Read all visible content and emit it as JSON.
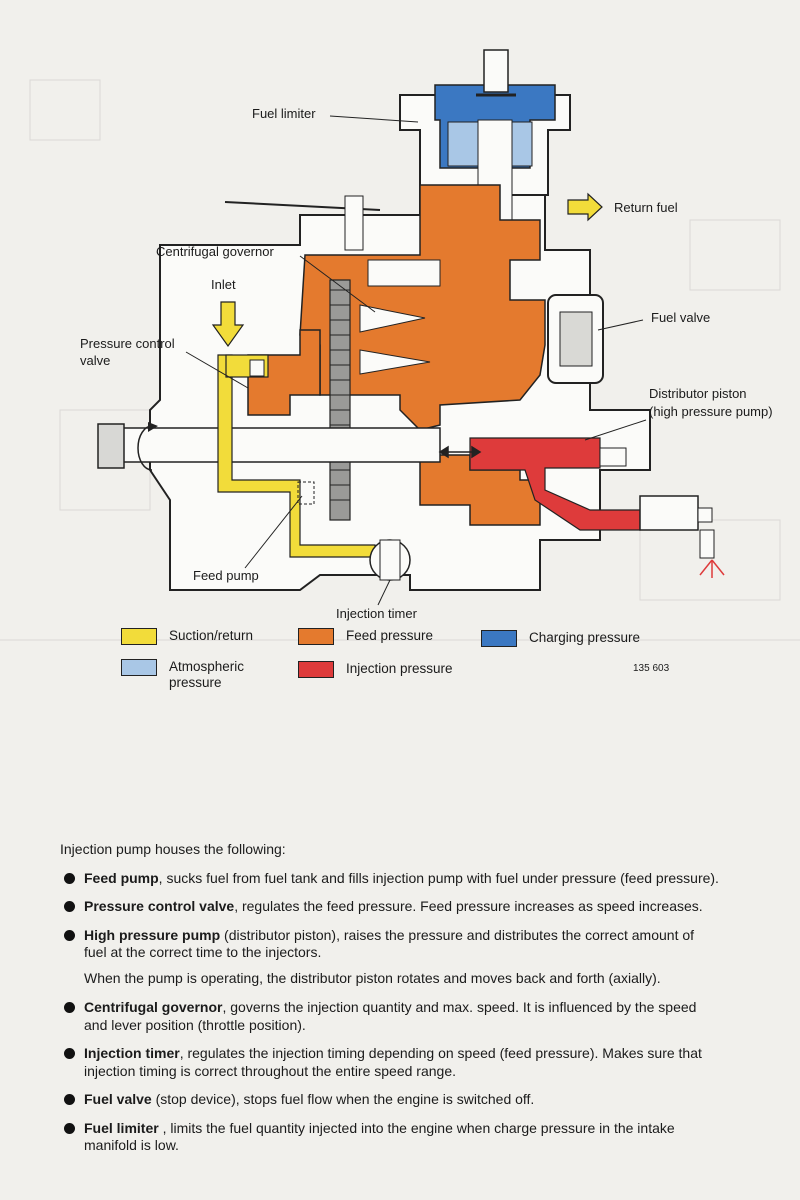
{
  "labels": {
    "fuel_limiter": "Fuel limiter",
    "return_fuel": "Return fuel",
    "centrifugal_governor": "Centrifugal governor",
    "inlet": "Inlet",
    "fuel_valve": "Fuel valve",
    "pressure_control_valve_1": "Pressure control",
    "pressure_control_valve_2": "valve",
    "distributor_piston_1": "Distributor piston",
    "distributor_piston_2": "(high pressure pump)",
    "feed_pump": "Feed pump",
    "injection_timer": "Injection timer"
  },
  "legend": [
    {
      "label": "Suction/return",
      "label2": "",
      "color": "#f2dc3a"
    },
    {
      "label": "Feed pressure",
      "label2": "",
      "color": "#e47a2e"
    },
    {
      "label": "Charging pressure",
      "label2": "",
      "color": "#3b78c2"
    },
    {
      "label": "Atmospheric",
      "label2": "pressure",
      "color": "#a9c7e6"
    },
    {
      "label": "Injection pressure",
      "label2": "",
      "color": "#de3b3b"
    }
  ],
  "figure_code": "135 603",
  "colors": {
    "suction": "#f2dc3a",
    "feed": "#e47a2e",
    "charging": "#3b78c2",
    "atmospheric": "#a9c7e6",
    "injection": "#de3b3b"
  },
  "text": {
    "intro": "Injection pump houses the following:",
    "bullets": [
      {
        "term": "Feed pump",
        "desc": ", sucks fuel from fuel tank and fills injection pump with fuel under pressure (feed pressure)."
      },
      {
        "term": "Pressure control valve",
        "desc": ", regulates the feed pressure. Feed pressure increases as speed increases."
      },
      {
        "term": "High pressure pump",
        "desc": " (distributor piston), raises the pressure and distributes the correct amount of fuel at the correct time to the injectors."
      },
      {
        "term": "Centrifugal governor",
        "desc": ", governs the injection quantity and max. speed. It is influenced by the speed and lever position (throttle position)."
      },
      {
        "term": "Injection timer",
        "desc": ", regulates the injection timing depending on speed (feed pressure). Makes sure that injection timing is correct throughout the entire speed range."
      },
      {
        "term": "Fuel valve",
        "desc": " (stop device), stops fuel flow when the engine is switched off."
      },
      {
        "term": "Fuel limiter",
        "desc": " , limits the fuel quantity injected into the engine when charge pressure in the intake manifold is low."
      }
    ],
    "note": "When the pump is operating, the distributor piston rotates and moves back and forth (axially)."
  }
}
